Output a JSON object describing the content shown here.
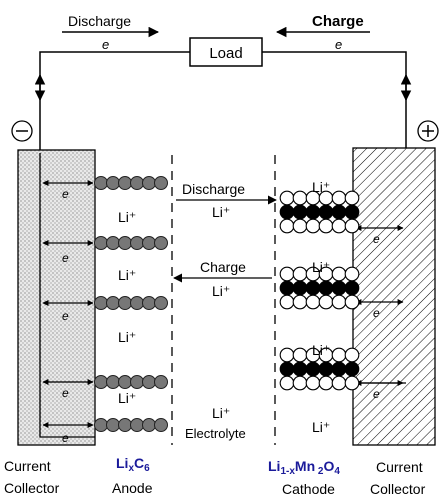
{
  "top": {
    "discharge": "Discharge",
    "charge": "Charge",
    "electron": "e",
    "load": "Load"
  },
  "terminals": {
    "negative": "⊖",
    "positive": "⊕"
  },
  "ions": {
    "li_plus": "Li⁺"
  },
  "middle": {
    "discharge": "Discharge",
    "charge": "Charge",
    "electrolyte": "Electrolyte"
  },
  "bottom": {
    "current_collector_left": [
      "Current",
      "Collector"
    ],
    "anode_formula": "LixC6",
    "anode": "Anode",
    "cathode_formula": "Li1-xMn2O4",
    "cathode": "Cathode",
    "current_collector_right": [
      "Current",
      "Collector"
    ]
  },
  "colors": {
    "formula": "#1a1a9a",
    "line": "#000000"
  }
}
